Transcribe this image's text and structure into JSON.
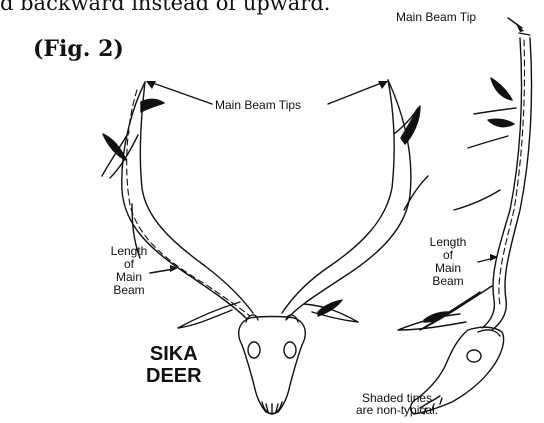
{
  "header": {
    "intro_text": "d backward instead of upward.",
    "figure_label": "(Fig. 2)"
  },
  "labels": {
    "main_beam_tip": "Main Beam Tip",
    "main_beam_tips": "Main Beam Tips",
    "length_left": [
      "Length",
      "of",
      "Main",
      "Beam"
    ],
    "length_right": [
      "Length",
      "of",
      "Main",
      "Beam"
    ]
  },
  "title": [
    "SIKA",
    "DEER"
  ],
  "note": [
    "Shaded tines",
    "are non-typical."
  ],
  "colors": {
    "ink": "#111111",
    "shade": "#111111",
    "background": "#ffffff"
  }
}
